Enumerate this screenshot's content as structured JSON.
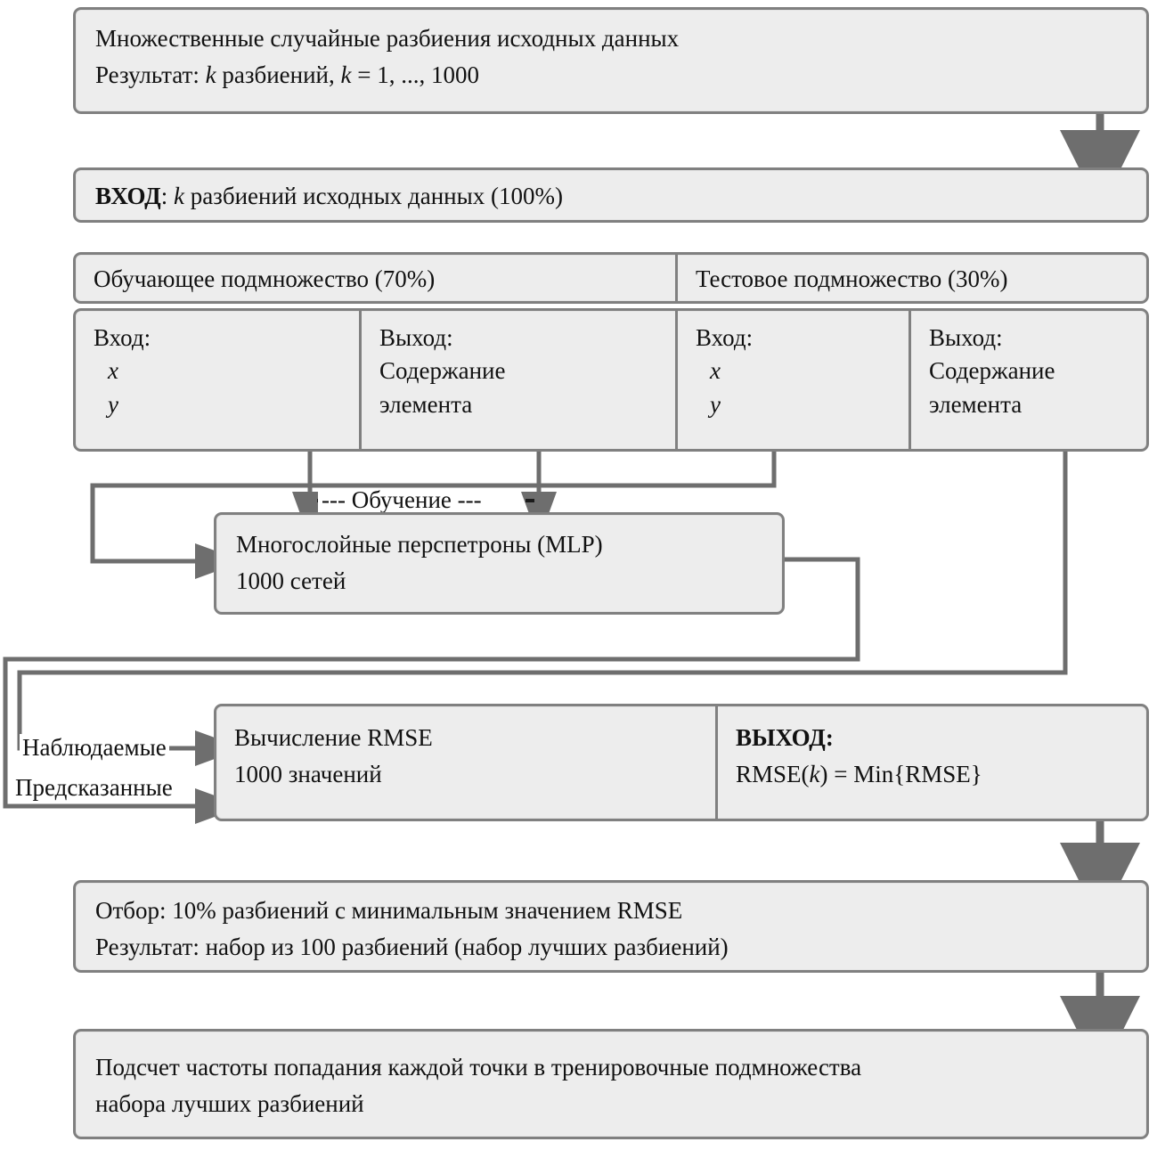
{
  "diagram": {
    "title": "Схема множественных случайных разбиений и отбора лучших разбиений",
    "colors": {
      "box_fill": "#ededed",
      "box_border": "#808080",
      "connector": "#6e6e6e",
      "text": "#111111",
      "page_background": "#ffffff"
    },
    "nodes": {
      "split": {
        "line1": "Множественные случайные разбиения исходных данных",
        "line2_prefix": "Результат: ",
        "line2_k1": "k",
        "line2_mid": " разбиений, ",
        "line2_k2": "k",
        "line2_suffix": " = 1, ..., 1000"
      },
      "input": {
        "label_bold": "ВХОД",
        "sep": ": ",
        "k": "k",
        "rest": " разбиений исходных данных (100%)"
      },
      "train_header": "Обучающее подмножество (70%)",
      "test_header": "Тестовое подмножество (30%)",
      "train_in": {
        "title": "Вход:",
        "var1": "x",
        "var2": "y"
      },
      "train_out": {
        "title": "Выход:",
        "line1": "Содержание",
        "line2": "элемента"
      },
      "test_in": {
        "title": "Вход:",
        "var1": "x",
        "var2": "y"
      },
      "test_out": {
        "title": "Выход:",
        "line1": "Содержание",
        "line2": "элемента"
      },
      "training_edge_label": "--- Обучение ---",
      "mlp": {
        "line1": "Многослойные перспетроны (MLP)",
        "line2": "1000 сетей"
      },
      "observed_label": "Наблюдаемые",
      "predicted_label": "Предсказанные",
      "rmse_calc": {
        "line1": "Вычисление RMSE",
        "line2": "1000 значений"
      },
      "rmse_out": {
        "label_bold": "ВЫХОД:",
        "formula_a": "RMSE(",
        "formula_k": "k",
        "formula_b": ") = Min{RMSE}"
      },
      "selection": {
        "line1": "Отбор: 10% разбиений с минимальным значением RMSE",
        "line2": "Результат: набор из 100 разбиений (набор лучших разбиений)"
      },
      "frequency": {
        "line1": "Подсчет частоты попадания каждой точки в тренировочные подмножества",
        "line2": "набора лучших разбиений"
      }
    }
  }
}
